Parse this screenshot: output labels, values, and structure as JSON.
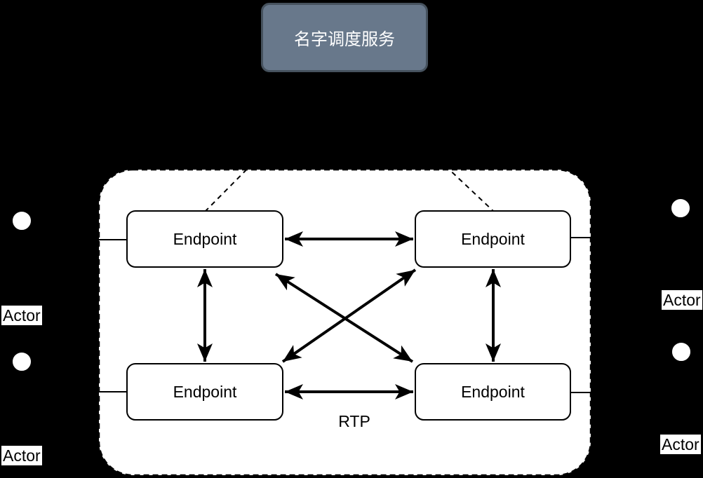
{
  "page": {
    "background_color": "#000000"
  },
  "service_box": {
    "label": "名字调度服务",
    "fill_color": "#68788b",
    "border_color": "#46525e",
    "text_color": "#ffffff"
  },
  "cluster": {
    "fill_color": "#ffffff",
    "border_color": "#000000",
    "border_style": "dashed"
  },
  "endpoints": [
    {
      "id": "endpoint-top-left",
      "label": "Endpoint"
    },
    {
      "id": "endpoint-top-right",
      "label": "Endpoint"
    },
    {
      "id": "endpoint-bottom-left",
      "label": "Endpoint"
    },
    {
      "id": "endpoint-bottom-right",
      "label": "Endpoint"
    }
  ],
  "edge_label": "RTP",
  "actors": [
    {
      "id": "actor-left-top",
      "label": "Actor"
    },
    {
      "id": "actor-left-bottom",
      "label": "Actor"
    },
    {
      "id": "actor-right-top",
      "label": "Actor"
    },
    {
      "id": "actor-right-bottom",
      "label": "Actor"
    }
  ]
}
